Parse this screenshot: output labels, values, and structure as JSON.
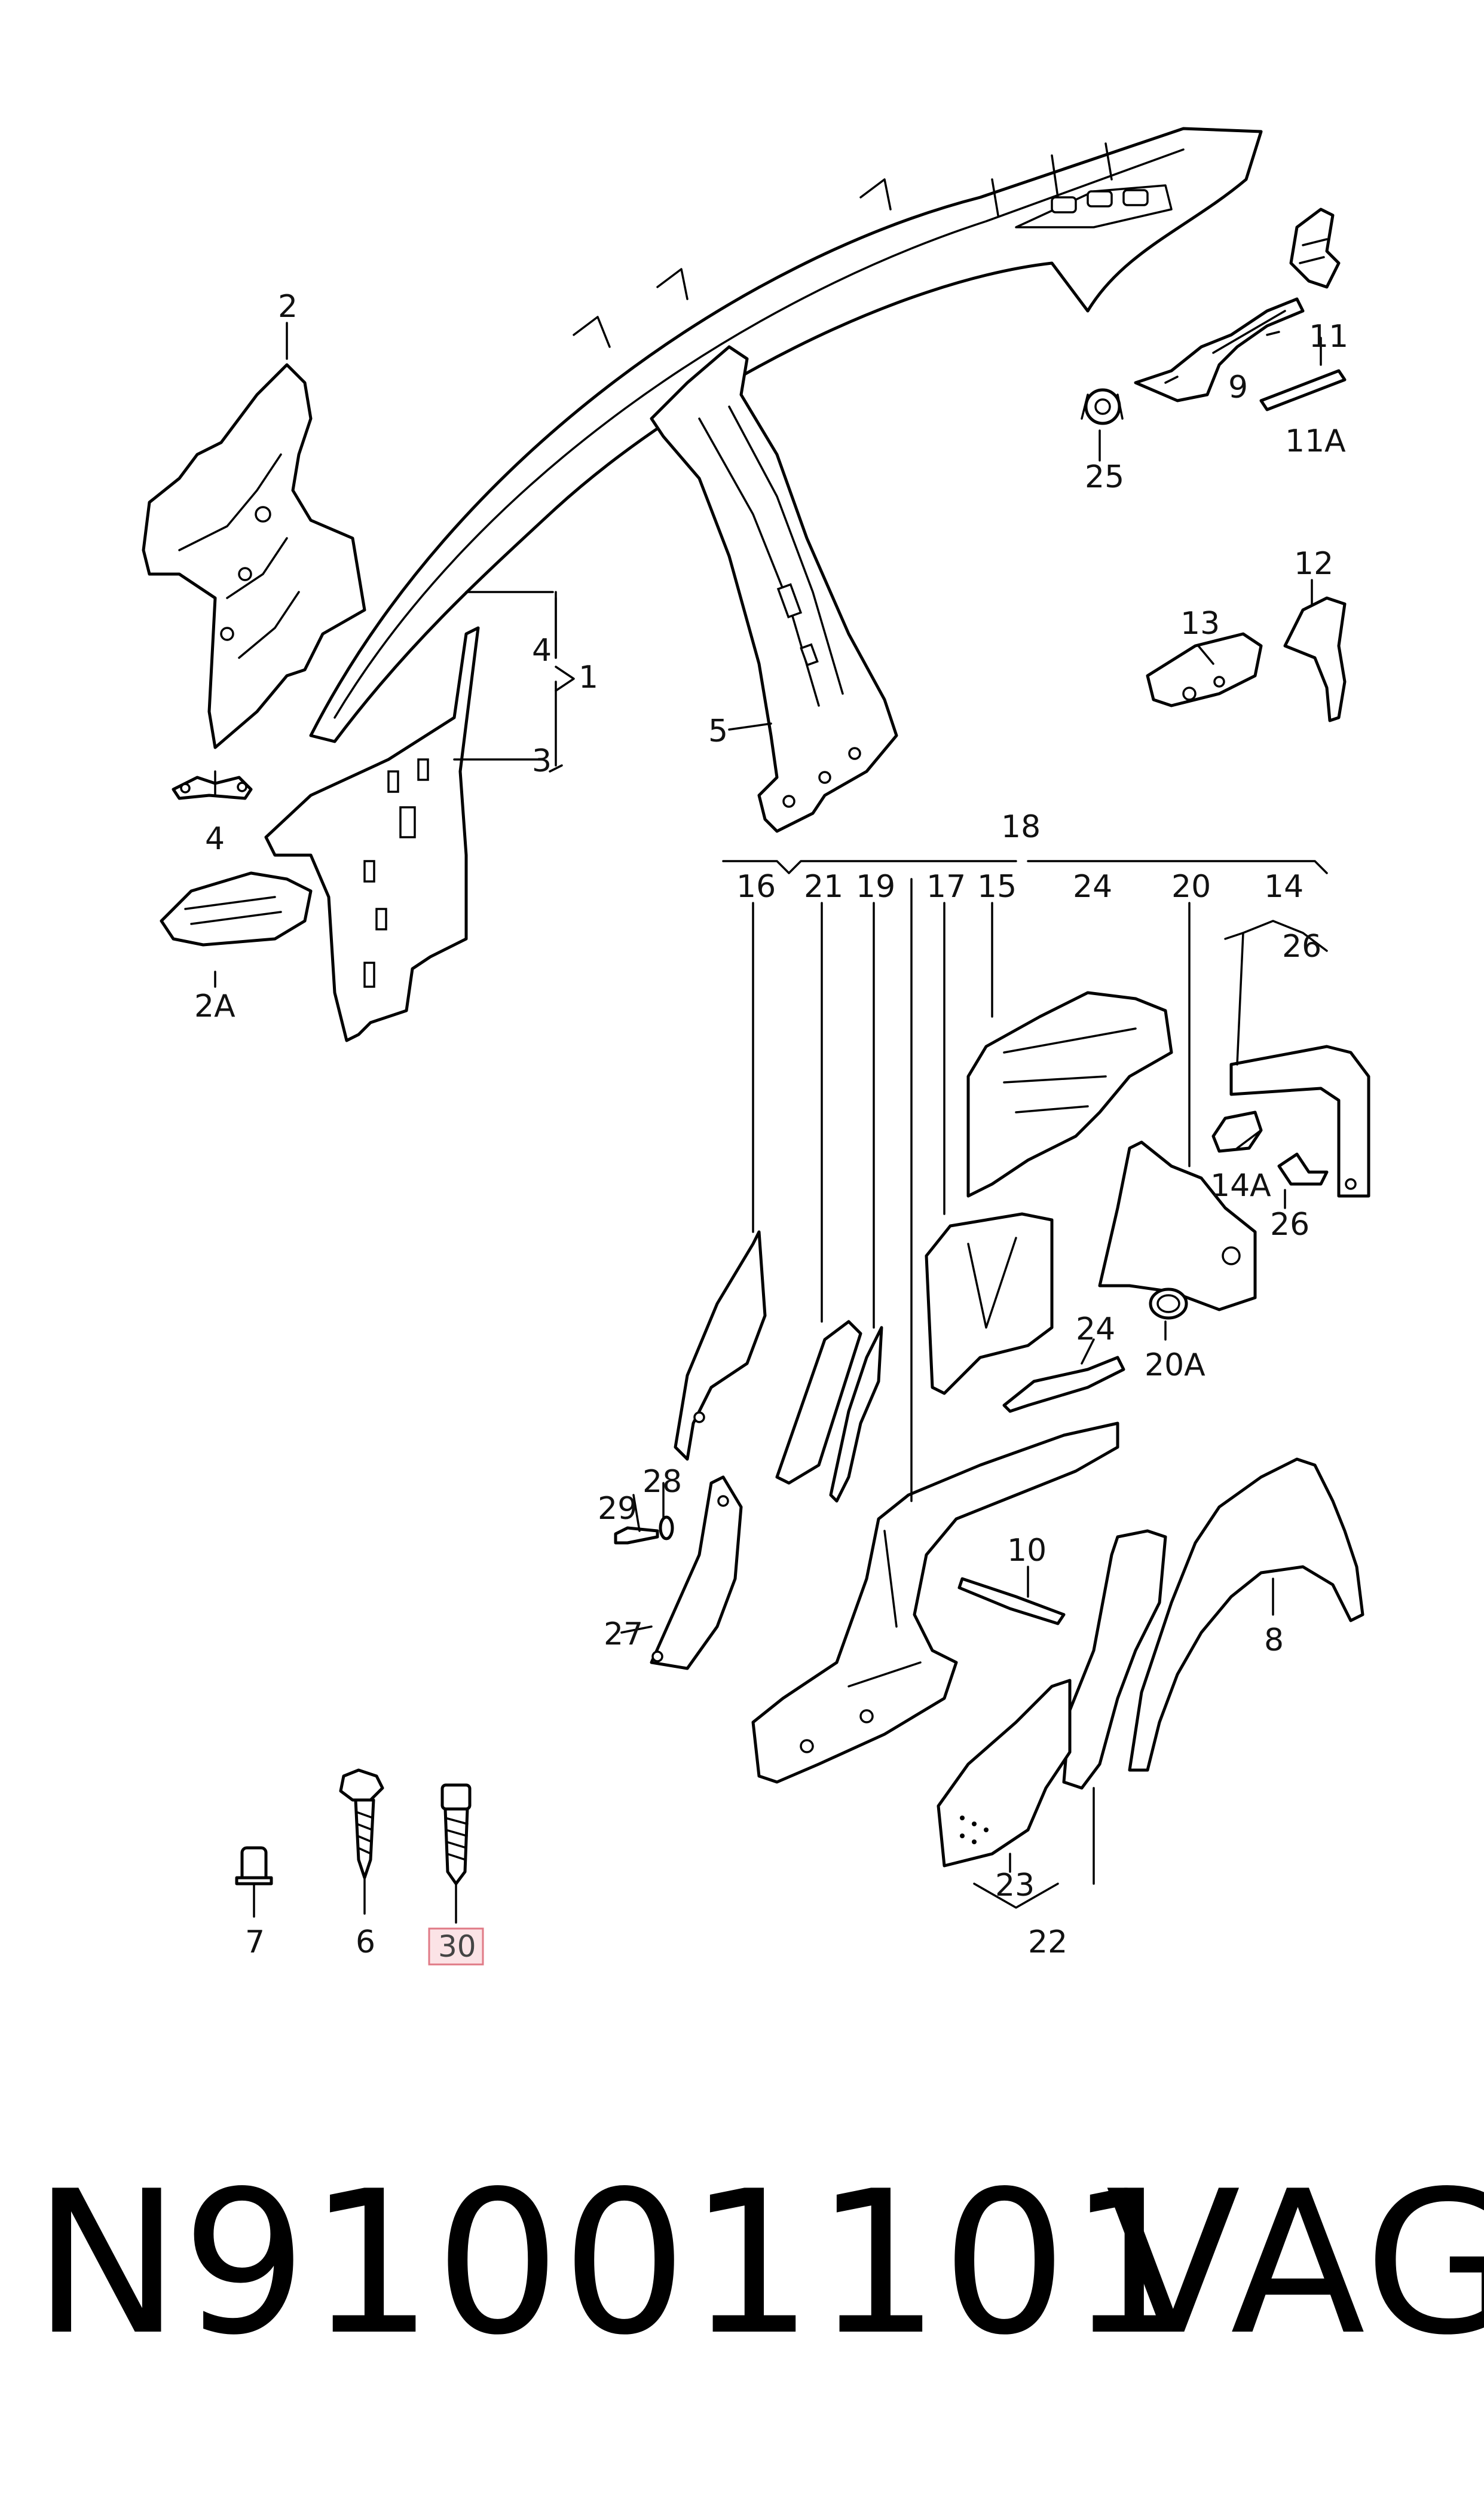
{
  "callouts": {
    "c1": "1",
    "c2": "2",
    "c2A": "2A",
    "c3": "3",
    "c4_upper": "4",
    "c4_lower": "4",
    "c5": "5",
    "c6": "6",
    "c7": "7",
    "c8": "8",
    "c9": "9",
    "c10": "10",
    "c11": "11",
    "c11A": "11A",
    "c12": "12",
    "c13": "13",
    "c14_top": "14",
    "c14A": "14A",
    "c15": "15",
    "c16": "16",
    "c17": "17",
    "c18": "18",
    "c19": "19",
    "c20": "20",
    "c20A": "20A",
    "c21": "21",
    "c22": "22",
    "c23": "23",
    "c24_top": "24",
    "c24_mid": "24",
    "c25": "25",
    "c26_top": "26",
    "c26_low": "26",
    "c27": "27",
    "c28": "28",
    "c29": "29",
    "c30": "30"
  },
  "highlight": {
    "label": "30",
    "border_color": "#e07a86",
    "fill_color": "#fbe3e6"
  },
  "footer": {
    "part_number": "N91001101",
    "brand": "VAG"
  },
  "icons": [
    "pillar-panel",
    "roof-frame",
    "b-pillar",
    "wheel-arch",
    "fender",
    "bolt",
    "rivet-nut",
    "screw"
  ]
}
